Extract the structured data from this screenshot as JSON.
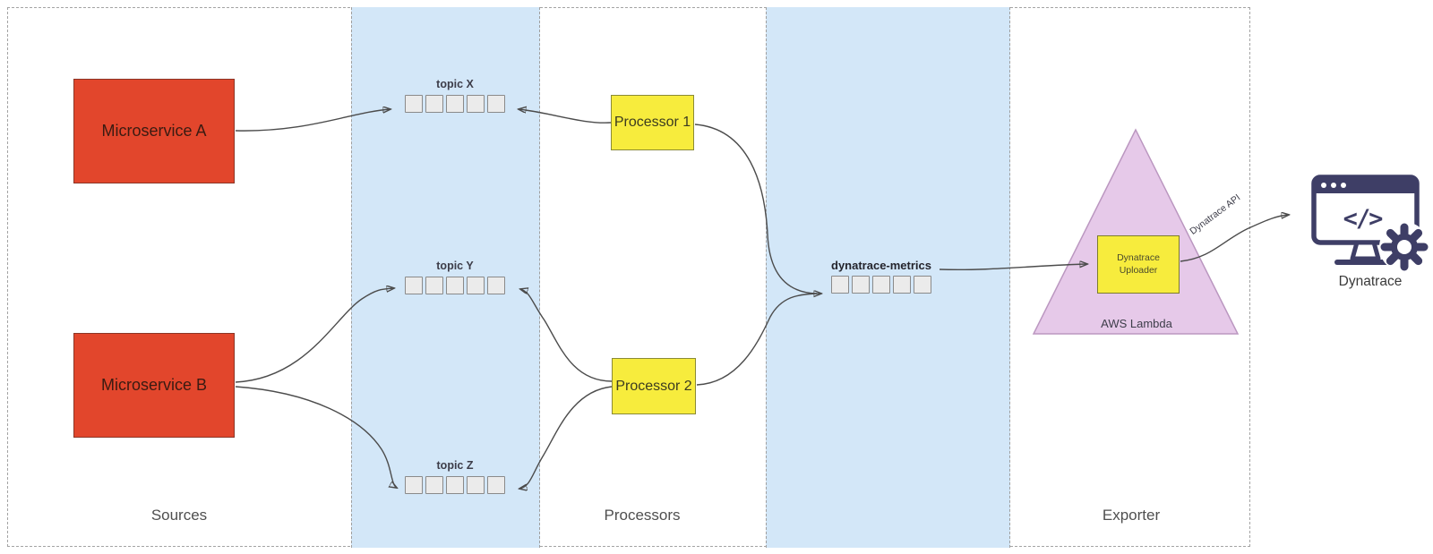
{
  "columns": {
    "sources_label": "Sources",
    "processors_label": "Processors",
    "exporter_label": "Exporter"
  },
  "sources": [
    {
      "label": "Microservice A"
    },
    {
      "label": "Microservice B"
    }
  ],
  "topics": [
    {
      "label": "topic X",
      "partitions": 5
    },
    {
      "label": "topic Y",
      "partitions": 5
    },
    {
      "label": "topic Z",
      "partitions": 5
    },
    {
      "label": "dynatrace-metrics",
      "partitions": 5
    }
  ],
  "processors": [
    {
      "label": "Processor 1"
    },
    {
      "label": "Processor 2"
    }
  ],
  "exporter": {
    "platform_label": "AWS Lambda",
    "function_label": "Dynatrace Uploader",
    "api_label": "Dynatrace API"
  },
  "destination": {
    "label": "Dynatrace",
    "code_glyph": "</>"
  },
  "colors": {
    "source": "#e2462c",
    "processor": "#f7ec3d",
    "band": "#d3e7f8",
    "lambda": "#e6c9e9",
    "partition": "#ebebeb",
    "navy": "#3e3e66"
  }
}
